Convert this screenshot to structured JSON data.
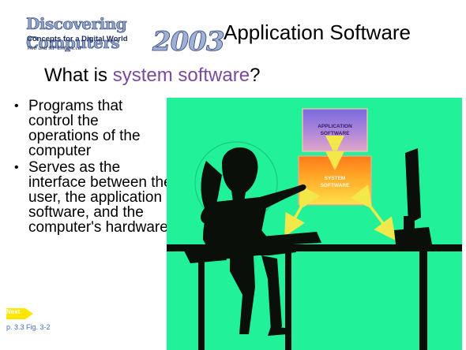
{
  "header": {
    "logo_main": "Discovering Computers",
    "logo_year": "2003",
    "logo_tagline": "Concepts for a Digital World",
    "logo_edition": "Web and XP Enhanced",
    "title": "Application Software"
  },
  "subtitle": {
    "prefix": "What is ",
    "highlight": "system software",
    "suffix": "?"
  },
  "bullets": [
    "Programs that control the operations of the computer",
    "Serves as the interface between the user, the application software, and the computer's hardware"
  ],
  "figure": {
    "application_label_line1": "APPLICATION",
    "application_label_line2": "SOFTWARE",
    "system_label_line1": "SYSTEM",
    "system_label_line2": "SOFTWARE"
  },
  "footer": {
    "next_label": "Next",
    "reference": "p. 3.3 Fig. 3-2"
  },
  "colors": {
    "background_green": "#21f29a",
    "highlight_purple": "#7a49a0",
    "arrow_yellow": "#f3e84a",
    "next_yellow": "#ffe600"
  }
}
